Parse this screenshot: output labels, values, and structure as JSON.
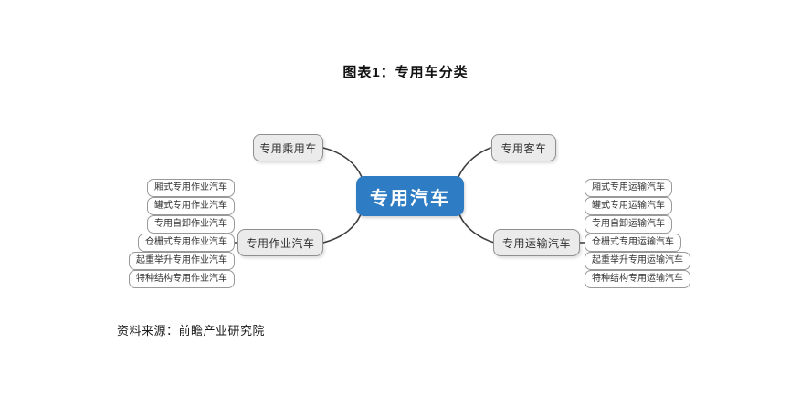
{
  "title": "图表1：专用车分类",
  "source": "资料来源：前瞻产业研究院",
  "mindmap": {
    "root": "专用汽车",
    "branches": [
      {
        "label": "专用乘用车",
        "children": []
      },
      {
        "label": "专用客车",
        "children": []
      },
      {
        "label": "专用作业汽车",
        "children": [
          "厢式专用作业汽车",
          "罐式专用作业汽车",
          "专用自卸作业汽车",
          "仓栅式专用作业汽车",
          "起重举升专用作业汽车",
          "特种结构专用作业汽车"
        ]
      },
      {
        "label": "专用运输汽车",
        "children": [
          "厢式专用运输汽车",
          "罐式专用运输汽车",
          "专用自卸运输汽车",
          "仓栅式专用运输汽车",
          "起重举升专用运输汽车",
          "特种结构专用运输汽车"
        ]
      }
    ]
  },
  "colors": {
    "root_bg": "#2E7CC3",
    "root_text": "#FFFFFF",
    "branch_bg": "#EBEBEB",
    "branch_border": "#8F8F8F",
    "leaf_bg": "#FFFFFF",
    "leaf_border": "#999999",
    "connector": "#404040"
  }
}
